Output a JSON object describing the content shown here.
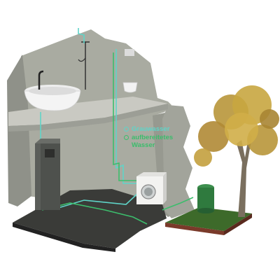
{
  "legend": {
    "items": [
      {
        "id": "grey-water",
        "label": "Grauwasser",
        "color": "#5fd4c8"
      },
      {
        "id": "treated-water",
        "label": "aufbereitetes Wasser",
        "color": "#3cbd6c"
      }
    ]
  },
  "colors": {
    "wall": "#a9aba1",
    "wall_shadow": "#8e9088",
    "floor": "#3a3b38",
    "slab": "#c9c9c2",
    "tank": "#5b5e5a",
    "barrel": "#2f7a3e",
    "grass": "#3d6a2a",
    "soil": "#7a3a2a",
    "tree_leaves": "#c8a640"
  },
  "icons": [
    "bathtub-icon",
    "shower-icon",
    "toilet-icon",
    "washing-machine-icon",
    "water-treatment-unit-icon",
    "rain-barrel-icon",
    "tree-icon"
  ]
}
